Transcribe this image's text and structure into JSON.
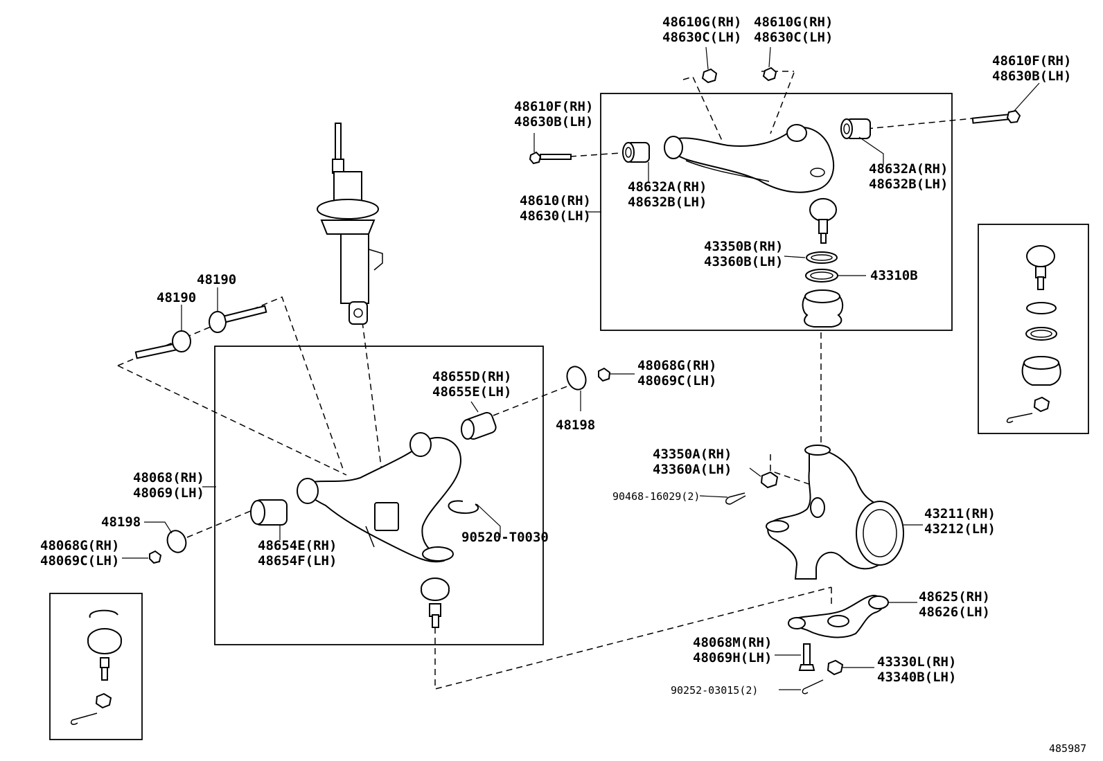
{
  "diagram_id": "485987",
  "callouts": {
    "upper_nut_1": [
      "48610G(RH)",
      "48630C(LH)"
    ],
    "upper_nut_2": [
      "48610G(RH)",
      "48630C(LH)"
    ],
    "upper_bolt_right": [
      "48610F(RH)",
      "48630B(LH)"
    ],
    "upper_bolt_left": [
      "48610F(RH)",
      "48630B(LH)"
    ],
    "upper_bushing_left": [
      "48632A(RH)",
      "48632B(LH)"
    ],
    "upper_bushing_right": [
      "48632A(RH)",
      "48632B(LH)"
    ],
    "upper_arm": [
      "48610(RH)",
      "48630(LH)"
    ],
    "upper_snap_ring": [
      "43350B(RH)",
      "43360B(LH)"
    ],
    "upper_ring": [
      "43310B"
    ],
    "cam_bolt_a": [
      "48190"
    ],
    "cam_bolt_b": [
      "48190"
    ],
    "lower_bushing_rear": [
      "48655D(RH)",
      "48655E(LH)"
    ],
    "rear_washer": [
      "48198"
    ],
    "rear_nut": [
      "48068G(RH)",
      "48069C(LH)"
    ],
    "lower_arm": [
      "48068(RH)",
      "48069(LH)"
    ],
    "front_washer": [
      "48198"
    ],
    "front_nut": [
      "48068G(RH)",
      "48069C(LH)"
    ],
    "lower_bushing_front": [
      "48654E(RH)",
      "48654F(LH)"
    ],
    "lower_snap_ring": [
      "90520-T0030"
    ],
    "knuckle_nut": [
      "43350A(RH)",
      "43360A(LH)"
    ],
    "knuckle_pin": [
      "90468-16029(2)"
    ],
    "knuckle": [
      "43211(RH)",
      "43212(LH)"
    ],
    "steering_arm": [
      "48625(RH)",
      "48626(LH)"
    ],
    "steering_bolt": [
      "48068M(RH)",
      "48069H(LH)"
    ],
    "steering_nut": [
      "43330L(RH)",
      "43340B(LH)"
    ],
    "steering_pin": [
      "90252-03015(2)"
    ]
  }
}
